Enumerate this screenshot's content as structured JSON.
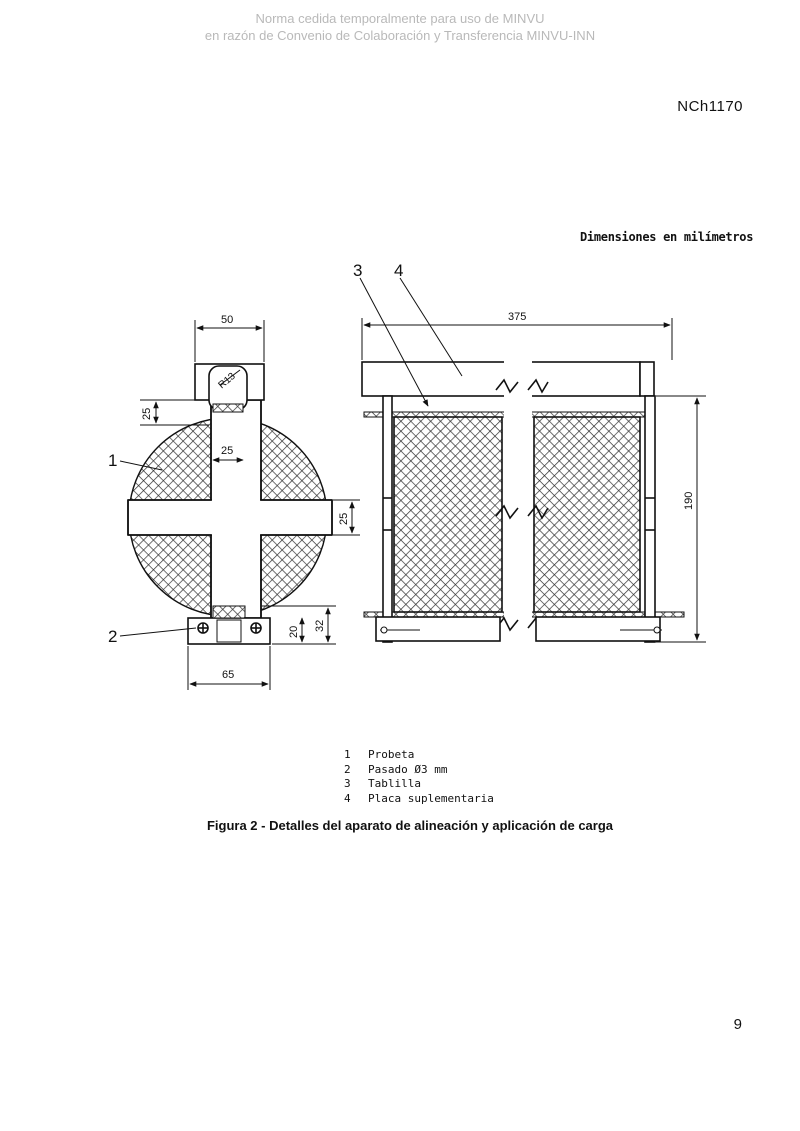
{
  "header": {
    "watermark_line1": "Norma cedida temporalmente para uso de MINVU",
    "watermark_line2": "en razón de Convenio de Colaboración y Transferencia MINVU-INN",
    "standard_code": "NCh1170"
  },
  "figure": {
    "units_note": "Dimensiones en milímetros",
    "callouts": {
      "c1": "1",
      "c2": "2",
      "c3": "3",
      "c4": "4"
    },
    "dimensions": {
      "d50": "50",
      "r13": "R13",
      "d25a": "25",
      "d25b": "25",
      "d25c": "25",
      "d20": "20",
      "d32": "32",
      "d65": "65",
      "d375": "375",
      "d190": "190"
    },
    "legend": [
      {
        "num": "1",
        "text": "Probeta"
      },
      {
        "num": "2",
        "text": "Pasado Ø3 mm"
      },
      {
        "num": "3",
        "text": "Tablilla"
      },
      {
        "num": "4",
        "text": "Placa suplementaria"
      }
    ],
    "caption": "Figura 2 - Detalles del aparato de alineación y aplicación de carga"
  },
  "footer": {
    "page_number": "9"
  }
}
